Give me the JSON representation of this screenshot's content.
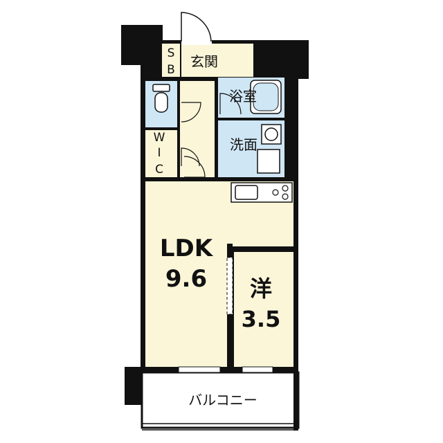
{
  "rooms": {
    "entrance": "玄関",
    "shoebox_s": "S",
    "shoebox_b": "B",
    "bath": "浴室",
    "washroom": "洗面",
    "wic_w": "W",
    "wic_i": "I",
    "wic_c": "C",
    "ldk_label": "LDK",
    "ldk_size": "9.6",
    "western_label": "洋",
    "western_size": "3.5",
    "balcony": "バルコニー"
  },
  "colors": {
    "wall": "#111111",
    "floor": "#fbf6d8",
    "wet_area": "#cfe6f5",
    "balcony": "#ffffff"
  }
}
